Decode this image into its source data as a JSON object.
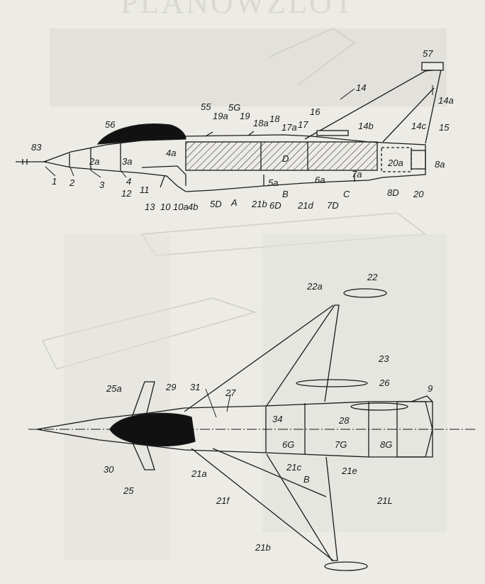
{
  "header": {
    "title": "PLANOWZLOT"
  },
  "side_view": {
    "labels": [
      {
        "id": "83",
        "text": "83"
      },
      {
        "id": "1",
        "text": "1"
      },
      {
        "id": "2",
        "text": "2"
      },
      {
        "id": "2a",
        "text": "2a"
      },
      {
        "id": "3",
        "text": "3"
      },
      {
        "id": "3a",
        "text": "3a"
      },
      {
        "id": "4",
        "text": "4"
      },
      {
        "id": "4a",
        "text": "4a"
      },
      {
        "id": "12",
        "text": "12"
      },
      {
        "id": "11",
        "text": "11"
      },
      {
        "id": "13",
        "text": "13"
      },
      {
        "id": "10",
        "text": "10"
      },
      {
        "id": "10a",
        "text": "10a"
      },
      {
        "id": "4b",
        "text": "4b"
      },
      {
        "id": "5D",
        "text": "5D"
      },
      {
        "id": "A",
        "text": "A"
      },
      {
        "id": "21b",
        "text": "21b"
      },
      {
        "id": "6D",
        "text": "6D"
      },
      {
        "id": "5a",
        "text": "5a"
      },
      {
        "id": "B",
        "text": "B"
      },
      {
        "id": "21d",
        "text": "21d"
      },
      {
        "id": "6a",
        "text": "6a"
      },
      {
        "id": "7D",
        "text": "7D"
      },
      {
        "id": "C",
        "text": "C"
      },
      {
        "id": "7a",
        "text": "7a"
      },
      {
        "id": "8D",
        "text": "8D"
      },
      {
        "id": "20",
        "text": "20"
      },
      {
        "id": "20a",
        "text": "20a"
      },
      {
        "id": "8a",
        "text": "8a"
      },
      {
        "id": "15",
        "text": "15"
      },
      {
        "id": "14c",
        "text": "14c"
      },
      {
        "id": "14b",
        "text": "14b"
      },
      {
        "id": "14",
        "text": "14"
      },
      {
        "id": "14a",
        "text": "14a"
      },
      {
        "id": "57",
        "text": "57"
      },
      {
        "id": "16",
        "text": "16"
      },
      {
        "id": "17",
        "text": "17"
      },
      {
        "id": "17a",
        "text": "17a"
      },
      {
        "id": "18",
        "text": "18"
      },
      {
        "id": "18a",
        "text": "18a"
      },
      {
        "id": "19",
        "text": "19"
      },
      {
        "id": "19a",
        "text": "19a"
      },
      {
        "id": "5G",
        "text": "5G"
      },
      {
        "id": "55",
        "text": "55"
      },
      {
        "id": "56",
        "text": "56"
      },
      {
        "id": "D",
        "text": "D"
      }
    ]
  },
  "top_view": {
    "labels": [
      {
        "id": "22",
        "text": "22"
      },
      {
        "id": "22a",
        "text": "22a"
      },
      {
        "id": "23",
        "text": "23"
      },
      {
        "id": "26",
        "text": "26"
      },
      {
        "id": "9",
        "text": "9"
      },
      {
        "id": "28",
        "text": "28"
      },
      {
        "id": "34",
        "text": "34"
      },
      {
        "id": "27",
        "text": "27"
      },
      {
        "id": "31",
        "text": "31"
      },
      {
        "id": "29",
        "text": "29"
      },
      {
        "id": "25a",
        "text": "25a"
      },
      {
        "id": "30",
        "text": "30"
      },
      {
        "id": "25",
        "text": "25"
      },
      {
        "id": "21a",
        "text": "21a"
      },
      {
        "id": "21f",
        "text": "21f"
      },
      {
        "id": "6G",
        "text": "6G"
      },
      {
        "id": "21c",
        "text": "21c"
      },
      {
        "id": "B",
        "text": "B"
      },
      {
        "id": "7G",
        "text": "7G"
      },
      {
        "id": "8G",
        "text": "8G"
      },
      {
        "id": "21e",
        "text": "21e"
      },
      {
        "id": "21L",
        "text": "21L"
      },
      {
        "id": "21b",
        "text": "21b"
      }
    ]
  },
  "colors": {
    "ink": "#1a1a1a",
    "paper": "#ecebe6",
    "ghost": "#cfcec8",
    "canopy": "#111111"
  }
}
